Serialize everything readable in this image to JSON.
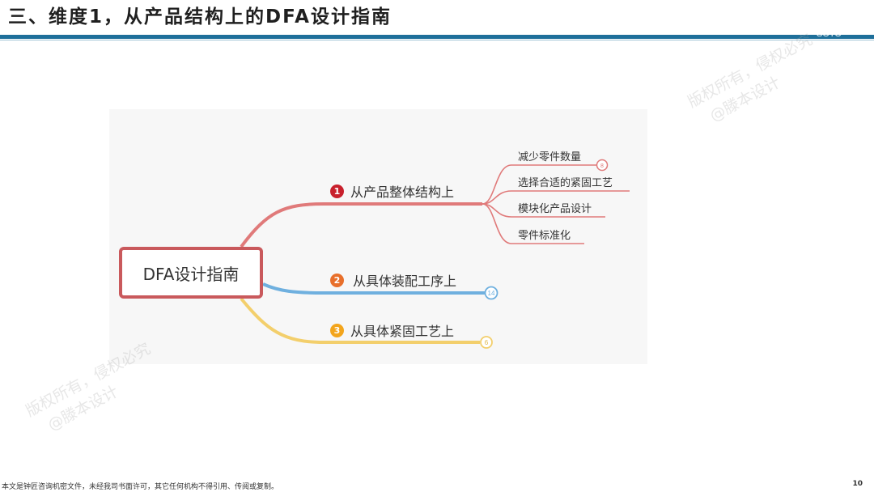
{
  "slide": {
    "title": "三、维度1，从产品结构上的DFA设计指南",
    "footer_note": "本文是钟匠咨询机密文件，未经我司书面许可，其它任何机构不得引用、传阅或复制。",
    "page_number": "10",
    "corner_text": "SOTO"
  },
  "watermark": {
    "line1": "版权所有，侵权必究",
    "line2": "@滕本设计"
  },
  "mindmap": {
    "root": "DFA设计指南",
    "branches": [
      {
        "number": "1",
        "label": "从产品整体结构上",
        "color": "#e07a7a",
        "badge_color": "#c8202c",
        "children": [
          "减少零件数量",
          "选择合适的紧固工艺",
          "模块化产品设计",
          "零件标准化"
        ],
        "child_count_badge": "8"
      },
      {
        "number": "2",
        "label": "从具体装配工序上",
        "color": "#6fb0df",
        "badge_color": "#e86f2b",
        "collapsed_count": "14"
      },
      {
        "number": "3",
        "label": "从具体紧固工艺上",
        "color": "#f3cf6c",
        "badge_color": "#f3a51c",
        "collapsed_count": "6"
      }
    ]
  }
}
